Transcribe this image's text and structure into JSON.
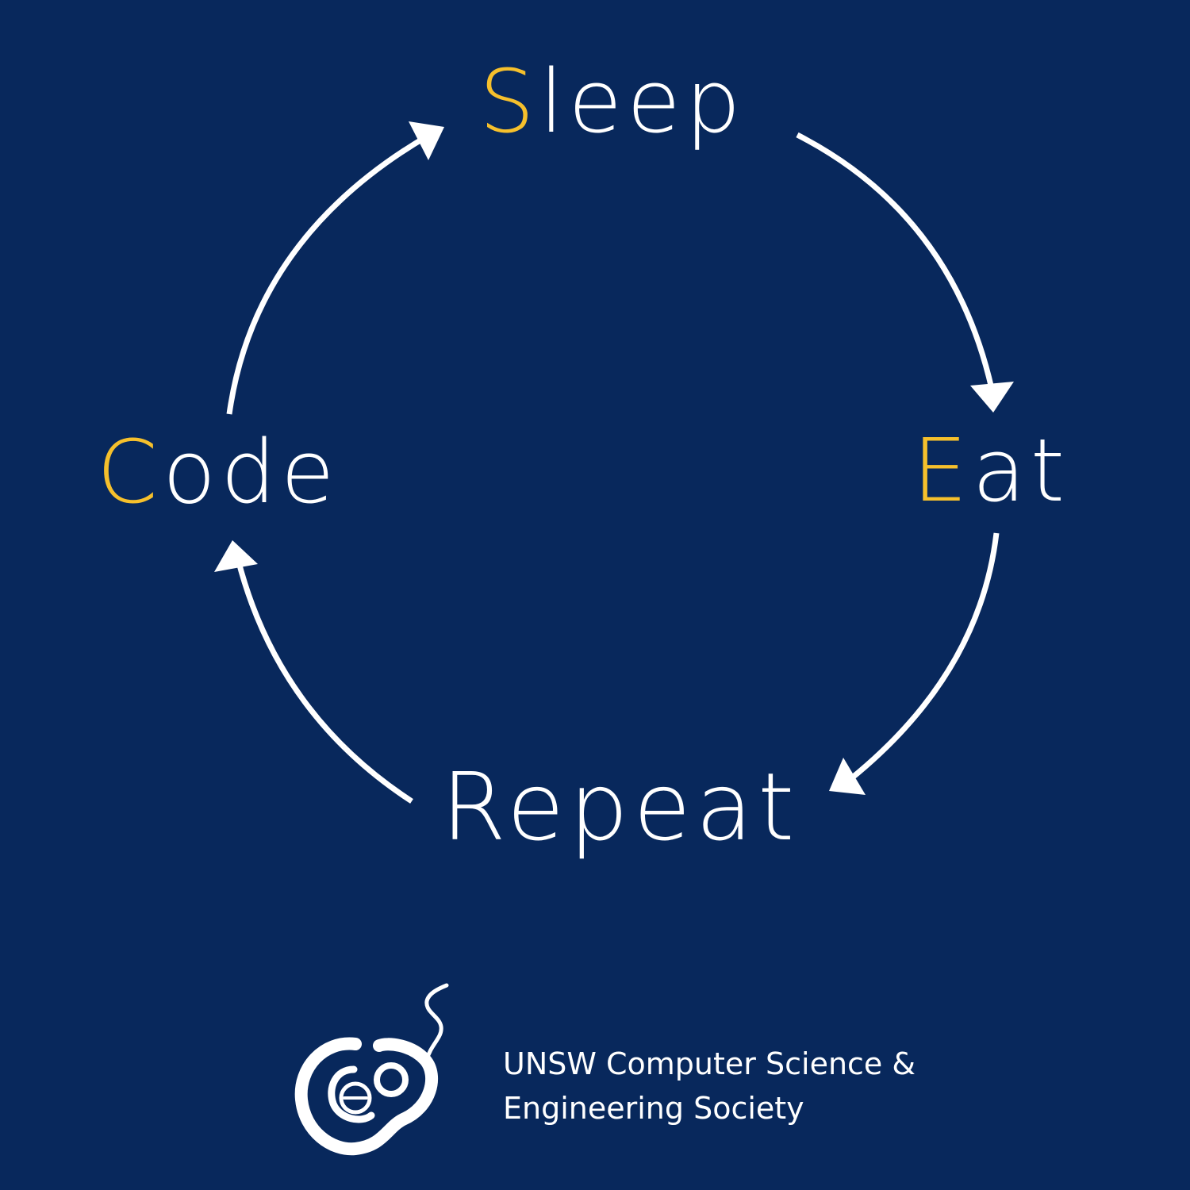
{
  "diagram": {
    "steps": [
      {
        "initial": "S",
        "rest": "leep"
      },
      {
        "initial": "E",
        "rest": "at"
      },
      {
        "initial": "R",
        "rest": "epeat"
      },
      {
        "initial": "C",
        "rest": "ode"
      }
    ]
  },
  "logo": {
    "line1": "UNSW Computer Science &",
    "line2": "Engineering Society"
  },
  "colors": {
    "background": "#08285c",
    "accent": "#f6c02c",
    "text": "#ffffff"
  }
}
